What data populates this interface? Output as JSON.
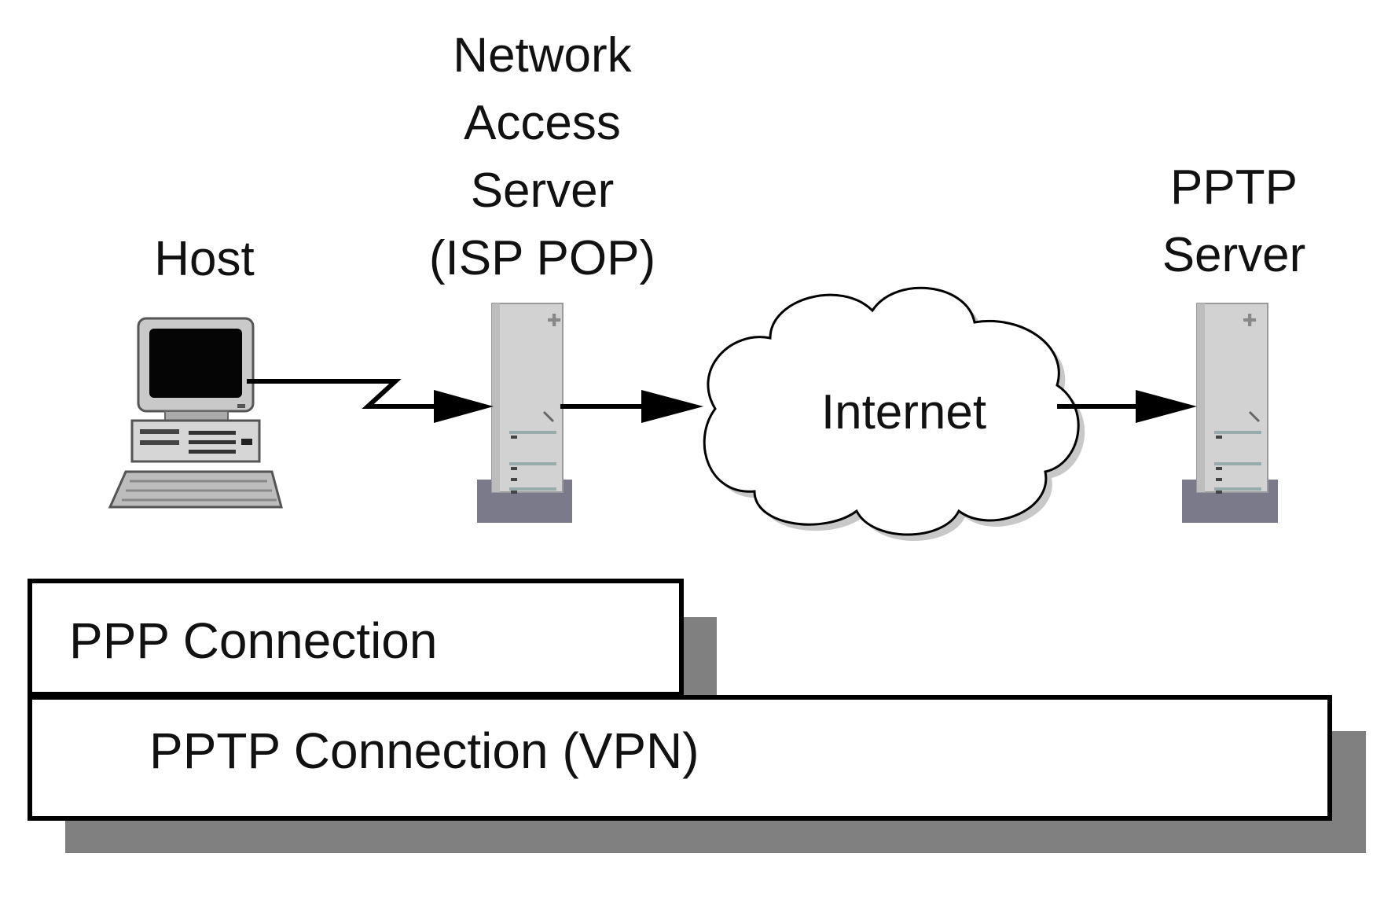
{
  "labels": {
    "host": "Host",
    "nas": [
      "Network",
      "Access",
      "Server",
      "(ISP POP)"
    ],
    "pptp_server": [
      "PPTP",
      "Server"
    ],
    "internet": "Internet"
  },
  "bars": {
    "ppp": "PPP Connection",
    "vpn": "PPTP Connection (VPN)"
  },
  "icons": {
    "host": "desktop-computer-icon",
    "nas": "tower-server-icon",
    "pptp_server": "tower-server-icon",
    "internet": "cloud-icon"
  },
  "colors": {
    "line": "#000000",
    "shadow": "#808080",
    "server_body": "#d2d2d2"
  }
}
